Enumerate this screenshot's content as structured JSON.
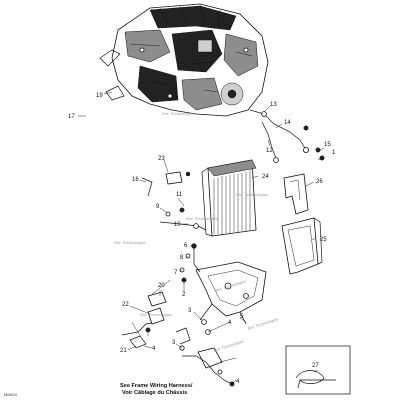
{
  "callouts": {
    "c1": "1",
    "c2": "2",
    "c3": "3",
    "c4": "4",
    "c5": "5",
    "c6": "6",
    "c7": "7",
    "c8": "8",
    "c9": "9",
    "c10": "10",
    "c11": "11",
    "c12": "12",
    "c13": "13",
    "c14": "14",
    "c15": "15",
    "c16": "16",
    "c17": "17",
    "c19": "19",
    "c20": "20",
    "c21": "21",
    "c22": "22",
    "c23": "23",
    "c24": "24",
    "c25": "25",
    "c26": "26",
    "c27": "27"
  },
  "watermark": "Ref: Technologies",
  "harness_note": {
    "line1": "See Frame Wiring Harness/",
    "line2": "Voir Câblage du Châssis"
  },
  "diagram_code": "MM010"
}
